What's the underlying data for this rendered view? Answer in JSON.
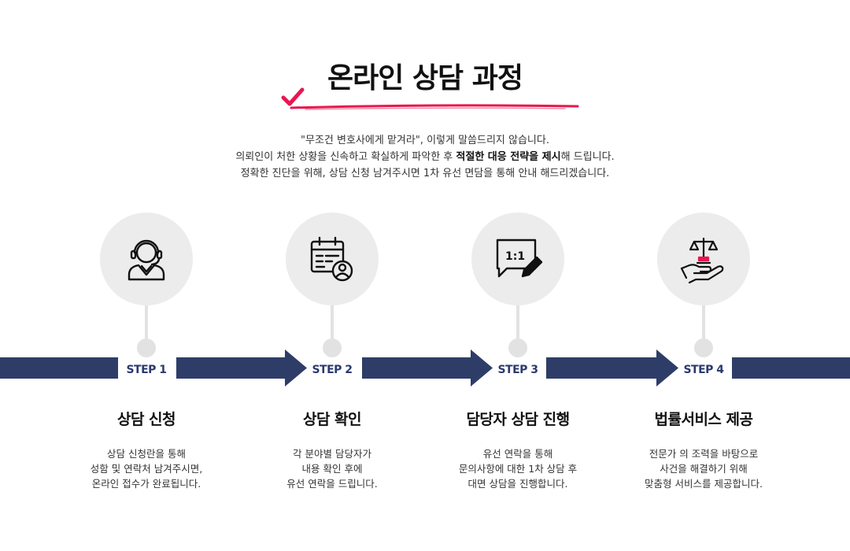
{
  "header": {
    "title": "온라인 상담 과정"
  },
  "intro": {
    "line1": "\"무조건 변호사에게 맡겨라\", 이렇게 말씀드리지 않습니다.",
    "line2_pre": "의뢰인이 처한 상황을 신속하고 확실하게 파악한 후 ",
    "line2_bold": "적절한 대응 전략을 제시",
    "line2_post": "해 드립니다.",
    "line3": "정확한 진단을 위해, 상담 신청 남겨주시면 1차 유선 면담을 통해 안내 해드리겠습니다."
  },
  "colors": {
    "accent": "#e8174f",
    "navy": "#2e3d68",
    "circle": "#ececec"
  },
  "steps": [
    {
      "label": "STEP 1",
      "name": "상담 신청",
      "icon": "headset-agent-icon",
      "desc": [
        "상담 신청란을 통해",
        "성함 및 연락처 남겨주시면,",
        "온라인 접수가 완료됩니다."
      ]
    },
    {
      "label": "STEP 2",
      "name": "상담 확인",
      "icon": "calendar-user-icon",
      "desc": [
        "각 분야별 담당자가",
        "내용 확인 후에",
        "유선 연락을 드립니다."
      ]
    },
    {
      "label": "STEP 3",
      "name": "담당자 상담 진행",
      "icon": "one-on-one-chat-icon",
      "icon_text": "1:1",
      "desc": [
        "유선 연락을 통해",
        "문의사항에 대한 1차 상담 후",
        "대면 상담을 진행합니다."
      ]
    },
    {
      "label": "STEP 4",
      "name": "법률서비스 제공",
      "icon": "scales-in-hand-icon",
      "desc": [
        "전문가 의 조력을 바탕으로",
        "사건을 해결하기 위해",
        "맞춤형 서비스를 제공합니다."
      ]
    }
  ]
}
